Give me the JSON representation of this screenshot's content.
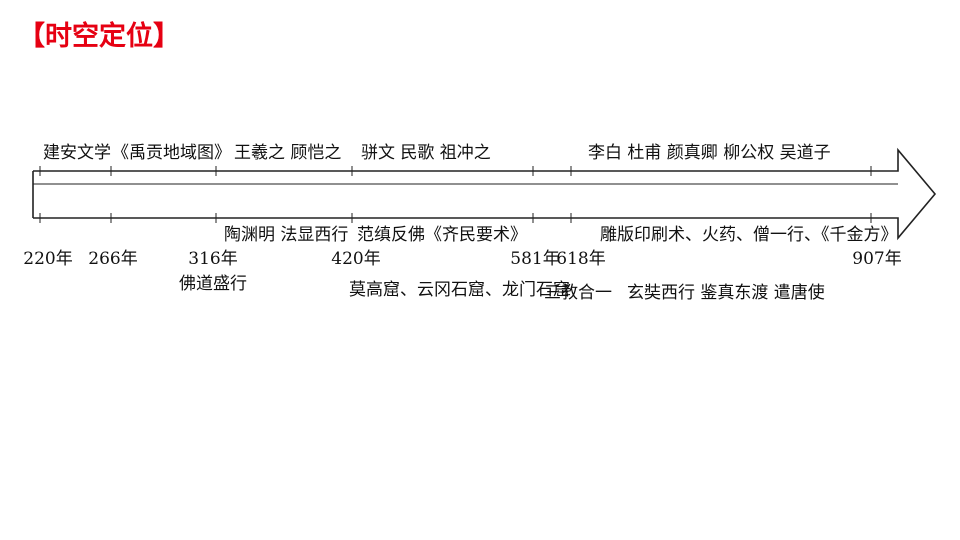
{
  "title": "【时空定位】",
  "timeline": {
    "years": [
      "220年",
      "266年",
      "316年",
      "420年",
      "581年",
      "618年",
      "907年"
    ],
    "above": [
      "建安文学",
      "《禹贡地域图》",
      "王羲之  顾恺之",
      "骈文    民歌    祖冲之",
      "李白  杜甫  颜真卿  柳公权  吴道子"
    ],
    "below": [
      "陶渊明  法显西行",
      "范缜反佛《齐民要术》",
      "雕版印刷术、火药、僧一行、《千金方》"
    ],
    "bottom": [
      "佛道盛行",
      "莫高窟、云冈石窟、龙门石窟",
      "三教合一",
      "玄奘西行  鉴真东渡   遣唐使"
    ]
  },
  "colors": {
    "title": "#e60012",
    "line": "#222222"
  }
}
